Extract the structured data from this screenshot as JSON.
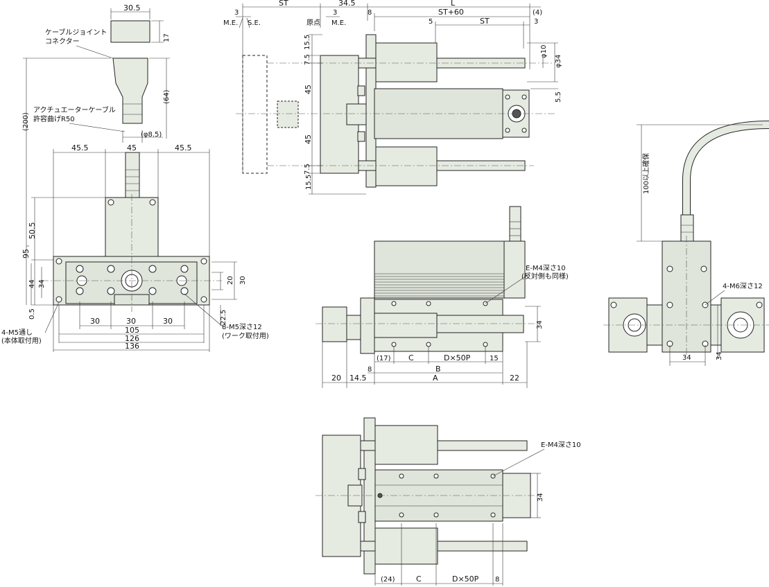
{
  "labels": {
    "cable_joint": "ケーブルジョイント",
    "connector": "コネクター",
    "actuator_cable": "アクチュエーターケーブル",
    "bend_radius": "許容曲げR50",
    "me1": "M.E.",
    "se": "S.E.",
    "origin": "原点",
    "me2": "M.E.",
    "e_m4_10": "E-M4深さ10",
    "opposite_same": "(反対側も同様)",
    "four_m5": "4-M5通し",
    "body_mount": "(本体取付用)",
    "eight_m5": "8-M5深さ12",
    "work_mount": "(ワーク取付用)",
    "four_m6": "4-M6深さ12",
    "cable_100": "100以上確保",
    "e_m4_10b": "E-M4深さ10"
  },
  "dims": {
    "d30_5": "30.5",
    "d17": "17",
    "d64": "(64)",
    "d200": "(200)",
    "phi8_5": "(φ8.5)",
    "d45_5a": "45.5",
    "d45": "45",
    "d45_5b": "45.5",
    "d50_5": "50.5",
    "d95": "95",
    "d44": "44",
    "d34": "34",
    "d0_5": "0.5",
    "d20": "20",
    "d30v": "30",
    "d22_5": "22.5",
    "d30a": "30",
    "d30b": "30",
    "d30c": "30",
    "d105": "105",
    "d126": "126",
    "d136": "136",
    "t_st": "ST",
    "t_34_5": "34.5",
    "t_L": "L",
    "t_3a": "3",
    "t_3b": "3",
    "t_8": "8",
    "t_st60": "ST+60",
    "t_4": "(4)",
    "t_5": "5",
    "t_st2": "ST",
    "t_3c": "3",
    "t_phi10": "φ10",
    "t_phi34": "φ34",
    "t_5_5": "5.5",
    "t_15_5a": "15.5",
    "t_7_5a": "7.5",
    "t_45a": "45",
    "t_45b": "45",
    "t_7_5b": "7.5",
    "t_15_5b": "15.5",
    "s_34": "34",
    "s_17": "(17)",
    "s_C": "C",
    "s_D50P": "D×50P",
    "s_15": "15",
    "s_8": "8",
    "s_B": "B",
    "s_20": "20",
    "s_14_5": "14.5",
    "s_A": "A",
    "s_22": "22",
    "r_34a": "34",
    "r_34b": "34",
    "b_34": "34",
    "b_24": "(24)",
    "b_C": "C",
    "b_D50P": "D×50P",
    "b_8": "8"
  }
}
